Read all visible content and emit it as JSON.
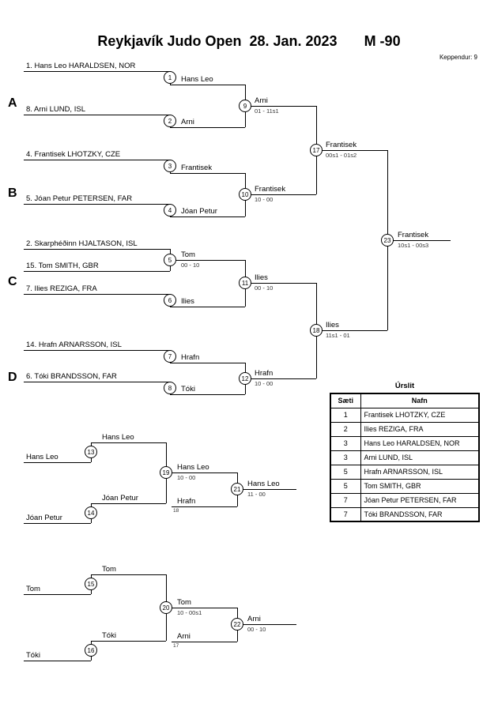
{
  "header": {
    "title": "Reykjavík Judo Open  28. Jan. 2023",
    "weight_class": "M -90",
    "competitors": "Keppendur: 9"
  },
  "group_labels": {
    "a": "A",
    "b": "B",
    "c": "C",
    "d": "D"
  },
  "seeds": {
    "s1": "1. Hans Leo HARALDSEN, NOR",
    "s8": "8. Arni LUND, ISL",
    "s4": "4. Frantisek LHOTZKY, CZE",
    "s5": "5. Jóan Petur PETERSEN, FAR",
    "s2": "2. Skarphéðinn HJALTASON, ISL",
    "s15": "15. Tom SMITH, GBR",
    "s7": "7. Ilies REZIGA, FRA",
    "s14": "14. Hrafn ARNARSSON, ISL",
    "s6": "6. Tóki BRANDSSON, FAR"
  },
  "matches": {
    "m1": {
      "num": "1",
      "winner": "Hans Leo"
    },
    "m2": {
      "num": "2",
      "winner": "Arni"
    },
    "m3": {
      "num": "3",
      "winner": "Frantisek"
    },
    "m4": {
      "num": "4",
      "winner": "Jóan Petur"
    },
    "m5": {
      "num": "5",
      "winner": "Tom",
      "score": "00 - 10"
    },
    "m6": {
      "num": "6",
      "winner": "Ilies"
    },
    "m7": {
      "num": "7",
      "winner": "Hrafn"
    },
    "m8": {
      "num": "8",
      "winner": "Tóki"
    },
    "m9": {
      "num": "9",
      "winner": "Arni",
      "score": "01 - 11s1"
    },
    "m10": {
      "num": "10",
      "winner": "Frantisek",
      "score": "10 - 00"
    },
    "m11": {
      "num": "11",
      "winner": "Ilies",
      "score": "00 - 10"
    },
    "m12": {
      "num": "12",
      "winner": "Hrafn",
      "score": "10 - 00"
    },
    "m17": {
      "num": "17",
      "winner": "Frantisek",
      "score": "00s1 - 01s2"
    },
    "m18": {
      "num": "18",
      "winner": "Ilies",
      "score": "11s1 - 01"
    },
    "m23": {
      "num": "23",
      "winner": "Frantisek",
      "score": "10s1 - 00s3"
    }
  },
  "repechage": {
    "entries": {
      "hans_leo": "Hans Leo",
      "joan_petur": "Jóan Petur",
      "hrafn": "Hrafn",
      "tom": "Tom",
      "toki": "Tóki",
      "arni": "Arni"
    },
    "loser_from": {
      "hrafn": "18",
      "arni": "17"
    },
    "matches": {
      "m13": {
        "num": "13",
        "winner": "Hans Leo"
      },
      "m14": {
        "num": "14",
        "winner": "Jóan Petur"
      },
      "m15": {
        "num": "15",
        "winner": "Tom"
      },
      "m16": {
        "num": "16",
        "winner": "Tóki"
      },
      "m19": {
        "num": "19",
        "winner": "Hans Leo",
        "score": "10 - 00"
      },
      "m20": {
        "num": "20",
        "winner": "Tom",
        "score": "10 - 00s1"
      },
      "m21": {
        "num": "21",
        "winner": "Hans Leo",
        "score": "11 - 00"
      },
      "m22": {
        "num": "22",
        "winner": "Arni",
        "score": "00 - 10"
      }
    }
  },
  "results": {
    "title": "Úrslit",
    "col_rank": "Sæti",
    "col_name": "Nafn",
    "rows": [
      {
        "rank": "1",
        "name": "Frantisek LHOTZKY, CZE"
      },
      {
        "rank": "2",
        "name": "Ilies REZIGA, FRA"
      },
      {
        "rank": "3",
        "name": "Hans Leo HARALDSEN, NOR"
      },
      {
        "rank": "3",
        "name": "Arni LUND, ISL"
      },
      {
        "rank": "5",
        "name": "Hrafn ARNARSSON, ISL"
      },
      {
        "rank": "5",
        "name": "Tom SMITH, GBR"
      },
      {
        "rank": "7",
        "name": "Jóan Petur PETERSEN, FAR"
      },
      {
        "rank": "7",
        "name": "Tóki BRANDSSON, FAR"
      }
    ]
  }
}
